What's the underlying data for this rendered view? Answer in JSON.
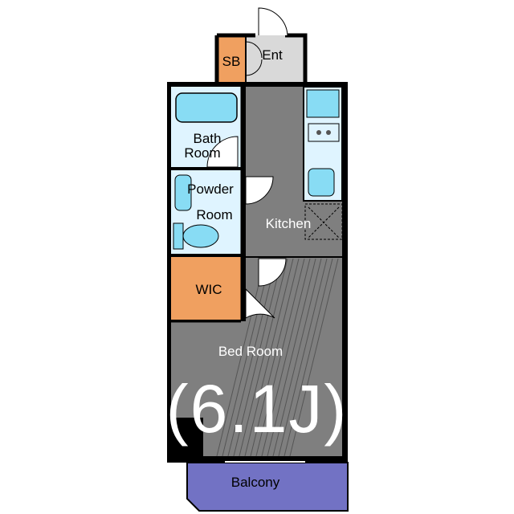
{
  "colors": {
    "wall": "#000000",
    "floor_dark": "#7f7f7f",
    "entrance": "#d9d9d9",
    "wet_area": "#dff4ff",
    "fixture": "#88dcf4",
    "storage": "#f0a060",
    "balcony": "#7272c4",
    "floor_stripes": "#555555",
    "white": "#ffffff"
  },
  "rooms": {
    "storage_box": {
      "label": "SB"
    },
    "entrance": {
      "label": "Ent"
    },
    "bath": {
      "line1": "Bath",
      "line2": "Room"
    },
    "powder": {
      "line1": "Powder",
      "line2": "Room"
    },
    "kitchen": {
      "label": "Kitchen"
    },
    "wic": {
      "label": "WIC"
    },
    "bedroom": {
      "label": "Bed Room",
      "size": "(6.1J)"
    },
    "balcony": {
      "label": "Balcony"
    }
  }
}
